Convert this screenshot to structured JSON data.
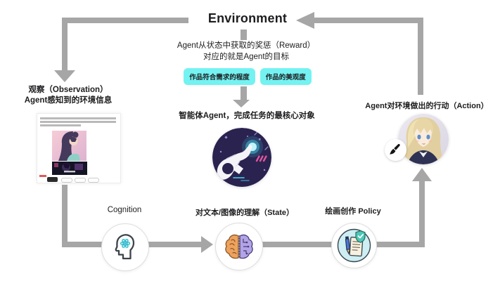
{
  "environment": {
    "label": "Environment"
  },
  "reward": {
    "line1": "Agent从状态中获取的奖惩（Reward）",
    "line2": "对应的就是Agent的目标",
    "tags": [
      {
        "label": "作品符合需求的程度"
      },
      {
        "label": "作品的美观度"
      }
    ]
  },
  "agent": {
    "label": "智能体Agent，完成任务的最核心对象"
  },
  "observation": {
    "line1": "观察（Observation）",
    "line2": "Agent感知到的环境信息"
  },
  "action": {
    "label": "Agent对环境做出的行动（Action）"
  },
  "pipeline": {
    "cognition": {
      "label": "Cognition"
    },
    "state": {
      "label": "对文本/图像的理解（State）"
    },
    "policy": {
      "label": "绘画创作 Policy"
    }
  },
  "icons": {
    "head_profile": "head-silhouette-with-atom",
    "dual_brain": "half-organic-half-circuit-brain",
    "policy_doc": "document-pen-shield",
    "paintbrush": "black-paintbrush",
    "astronaut": "astronaut-reaching-glowing-star",
    "avatar": "anime-girl-portrait",
    "observation_shot": "social-post-screenshot"
  },
  "colors": {
    "arrow": "#a6a6a6",
    "tag_bg": "#74f2f2",
    "text": "#1d1d1f",
    "astronaut_bg": "#2a2350",
    "glow": "#4fd8ea",
    "brain_left": "#eda35f",
    "brain_right": "#b2a4e6",
    "policy_inner": "#cdeef2"
  }
}
